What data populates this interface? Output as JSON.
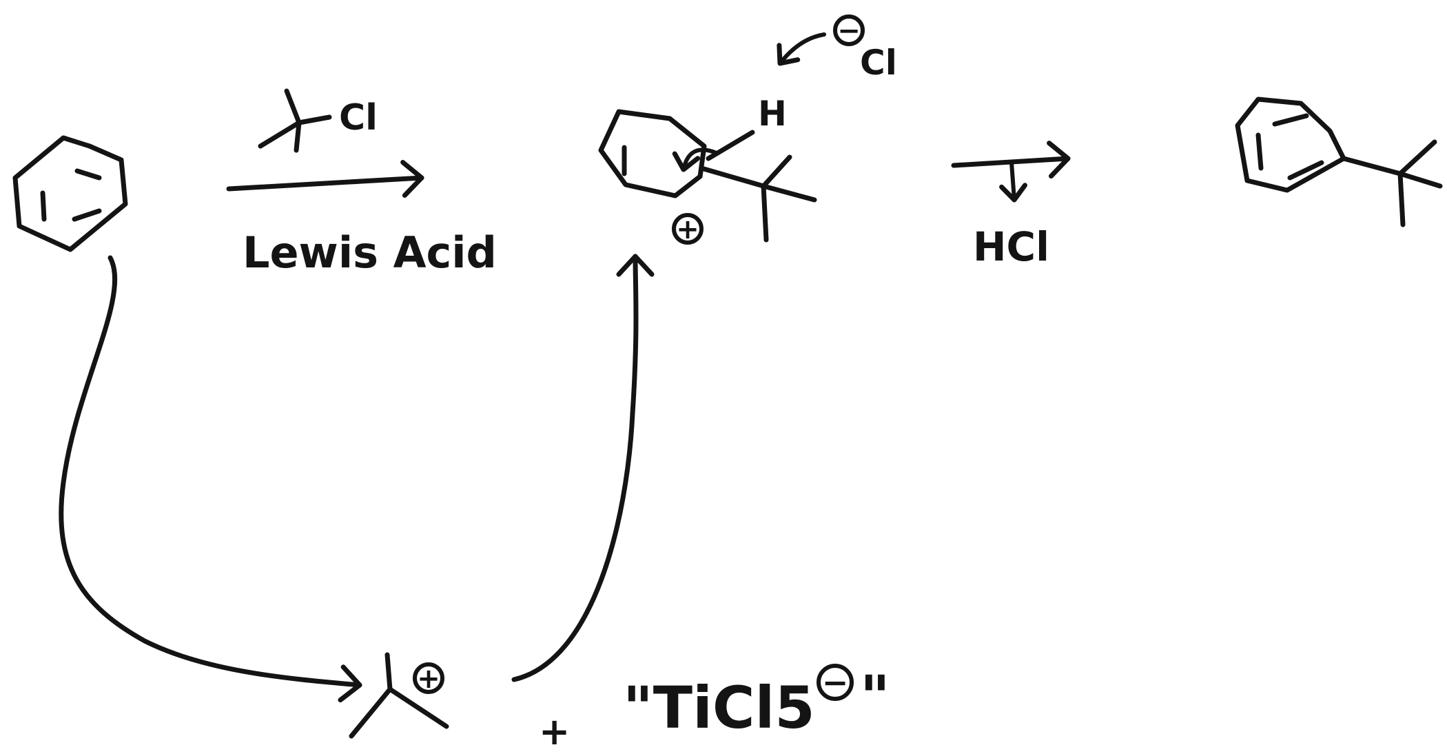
{
  "reagents": {
    "above_arrow": "Cl",
    "below_arrow": "Lewis Acid"
  },
  "intermediate": {
    "hydrogen": "H",
    "chloride": "Cl",
    "negative_charge": "−",
    "positive_charge": "+"
  },
  "elimination": {
    "byproduct": "HCl"
  },
  "carbocation_step": {
    "positive_charge": "+",
    "plus_sign": "+",
    "counterion": "\"TiCl5",
    "counterion_charge": "−",
    "closing_quote": "\""
  }
}
